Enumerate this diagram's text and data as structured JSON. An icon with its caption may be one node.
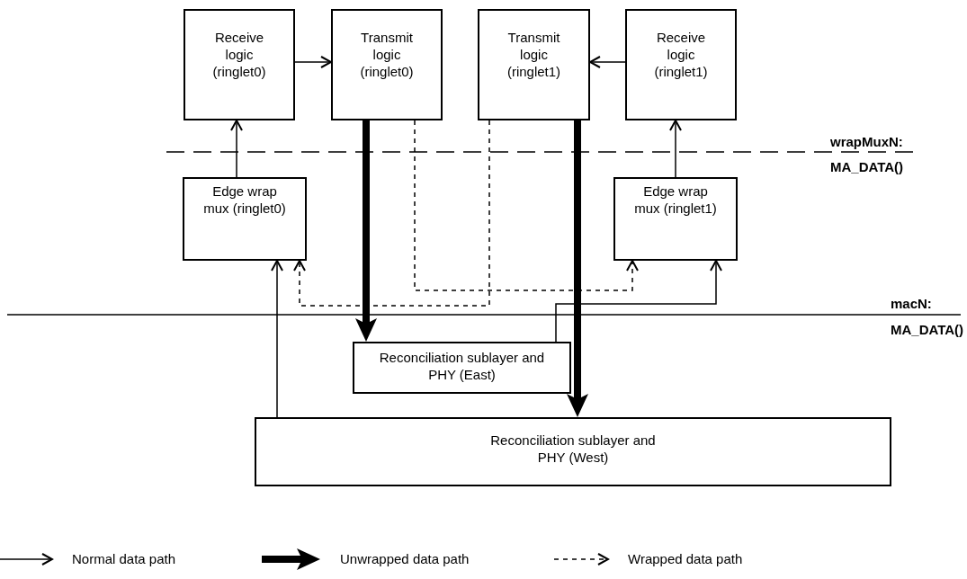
{
  "diagram": {
    "nodes": [
      {
        "text": [
          "Receive logic (ringlet0)"
        ]
      },
      {
        "text": [
          "Transmit logic (ringlet0)"
        ]
      },
      {
        "text": [
          "Transmit logic (ringlet1)"
        ]
      },
      {
        "text": [
          "Receive logic (ringlet1)"
        ]
      },
      {
        "text": [
          "Edge wrap mux (ringlet0)"
        ]
      },
      {
        "text": [
          "Edge wrap mux (ringlet1)"
        ]
      },
      {
        "text": [
          "Reconciliation sublayer and PHY (East)"
        ]
      },
      {
        "text": [
          "Reconciliation sublayer and PHY (West)"
        ]
      }
    ],
    "edges": [
      {
        "from": 0,
        "to": 1,
        "arrow": "to"
      },
      {
        "from": 3,
        "to": 2,
        "arrow": "to"
      },
      {
        "from": 4,
        "to": 0,
        "arrow": "to"
      },
      {
        "from": 5,
        "to": 3,
        "arrow": "to"
      },
      {
        "from": 1,
        "to": 6,
        "arrow": "to",
        "style": "thick"
      },
      {
        "from": 2,
        "to": 7,
        "arrow": "to",
        "style": "thick"
      },
      {
        "from": 1,
        "to": 5,
        "arrow": "to",
        "style": "dashed"
      },
      {
        "from": 2,
        "to": 4,
        "arrow": "to",
        "style": "dashed"
      },
      {
        "from": 7,
        "to": 4,
        "arrow": "to"
      },
      {
        "from": 6,
        "to": 5,
        "arrow": "to"
      }
    ],
    "labels": [
      "wrapMuxN:",
      "MA_DATA()",
      "macN:",
      "MA_DATA()"
    ],
    "legend": [
      {
        "text": "Normal data path"
      },
      {
        "text": "Unwrapped data path"
      },
      {
        "text": "Wrapped data path"
      }
    ]
  }
}
